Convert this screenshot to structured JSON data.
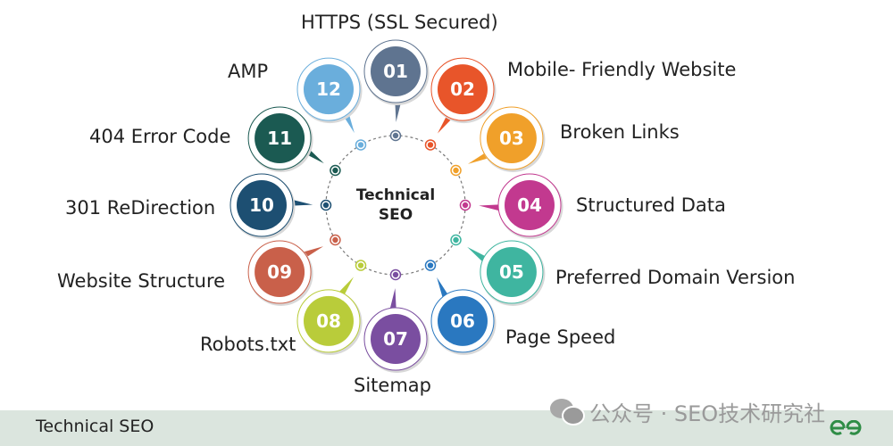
{
  "center": {
    "line1": "Technical",
    "line2": "SEO"
  },
  "items": [
    {
      "number": "01",
      "label": "HTTPS (SSL Secured)",
      "color": "#5f7490"
    },
    {
      "number": "02",
      "label": "Mobile- Friendly Website",
      "color": "#e8552a"
    },
    {
      "number": "03",
      "label": "Broken Links",
      "color": "#f0a02a"
    },
    {
      "number": "04",
      "label": "Structured Data",
      "color": "#c2398f"
    },
    {
      "number": "05",
      "label": "Preferred Domain Version",
      "color": "#3fb5a0"
    },
    {
      "number": "06",
      "label": "Page Speed",
      "color": "#2a78c0"
    },
    {
      "number": "07",
      "label": "Sitemap",
      "color": "#7a4ea0"
    },
    {
      "number": "08",
      "label": "Robots.txt",
      "color": "#b9cc3a"
    },
    {
      "number": "09",
      "label": "Website Structure",
      "color": "#c9604a"
    },
    {
      "number": "10",
      "label": "301 ReDirection",
      "color": "#1d4f72"
    },
    {
      "number": "11",
      "label": "404 Error Code",
      "color": "#1b5a52"
    },
    {
      "number": "12",
      "label": "AMP",
      "color": "#6aaedc"
    }
  ],
  "footer": {
    "title": "Technical SEO",
    "bg": "#dbe5de"
  },
  "watermark": {
    "text": "公众号 · SEO技术研究社",
    "logo": "GfG"
  }
}
